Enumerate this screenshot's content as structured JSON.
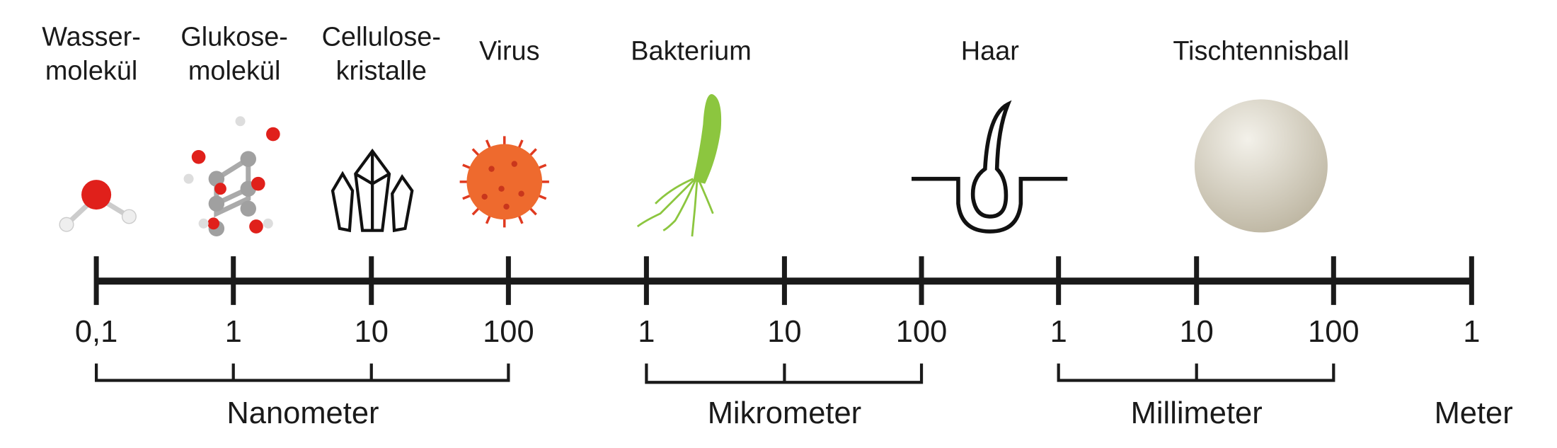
{
  "items": [
    {
      "line1": "Wasser-",
      "line2": "molekül",
      "icon": "water-molecule-icon"
    },
    {
      "line1": "Glukose-",
      "line2": "molekül",
      "icon": "glucose-molecule-icon"
    },
    {
      "line1": "Cellulose-",
      "line2": "kristalle",
      "icon": "crystal-icon"
    },
    {
      "line1": "Virus",
      "icon": "virus-icon"
    },
    {
      "line1": "Bakterium",
      "icon": "bacterium-icon"
    },
    {
      "line1": "Haar",
      "icon": "hair-follicle-icon"
    },
    {
      "line1": "Tischtennisball",
      "icon": "ping-pong-ball-icon"
    }
  ],
  "ticks": [
    "0,1",
    "1",
    "10",
    "100",
    "1",
    "10",
    "100",
    "1",
    "10",
    "100",
    "1"
  ],
  "units": [
    "Nanometer",
    "Mikrometer",
    "Millimeter",
    "Meter"
  ],
  "colors": {
    "line": "#1a1a1a",
    "virus": "#e8552a",
    "bacterium": "#8cc63f",
    "ball": "#e2ddd0",
    "oxygen": "#e0201b",
    "carbon": "#9a9a9a"
  }
}
